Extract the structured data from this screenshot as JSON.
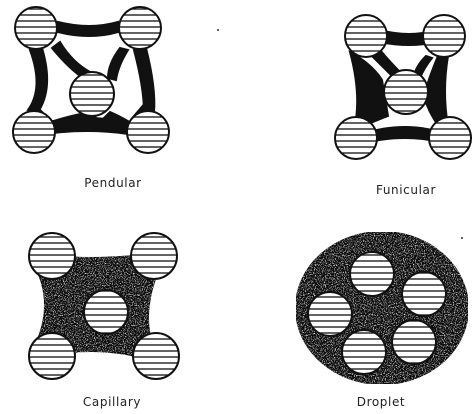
{
  "panels": {
    "pendular": {
      "label": "Pendular"
    },
    "funicular": {
      "label": "Funicular"
    },
    "capillary": {
      "label": "Capillary"
    },
    "droplet": {
      "label": "Droplet"
    }
  }
}
